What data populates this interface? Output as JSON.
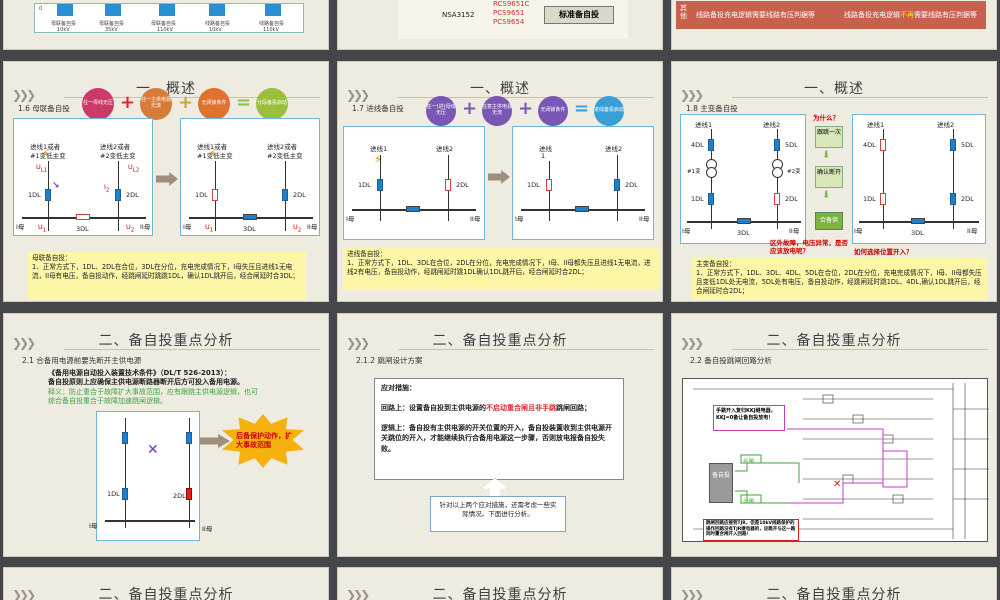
{
  "top_row": {
    "left": {
      "columns": [
        "母联备自投",
        "母联备自投",
        "母联备自投",
        "线路备自投",
        "线路备自投"
      ],
      "voltages": [
        "10kV",
        "35kV",
        "110kV",
        "10kV",
        "110kV"
      ],
      "row_num": "0"
    },
    "middle": {
      "nsa": "NSA3152",
      "models": [
        "RCS9651C",
        "PCS9651",
        "PCS9654"
      ],
      "tag": "标准备自投"
    },
    "right": {
      "side_label": "其他",
      "line1": "线路备投充电逻辑需要线路有压判据等",
      "line2_a": "线路备投充电逻辑",
      "line2_red": "不再",
      "line2_b": "需要线路有压判据等"
    }
  },
  "s16": {
    "title": "一、概述",
    "subtitle": "1.6  母联备自投",
    "bubbles": [
      "任一母线无压",
      "任一主供电源无流",
      "无闭锁条件",
      "分段备投启动"
    ],
    "left_panel": {
      "src1": "进线1或者",
      "src1b": "#1变低主变",
      "src2": "进线2或者",
      "src2b": "#2变低主变",
      "u1": "U",
      "u1sub": "L1",
      "u2": "U",
      "u2sub": "L2",
      "i1": "I",
      "i1sub": "1",
      "i2": "I",
      "i2sub": "2",
      "dl1": "1DL",
      "dl2": "2DL",
      "dl3": "3DL",
      "busI": "I母",
      "busII": "II母",
      "ub1": "U",
      "ub1sub": "1",
      "ub2": "U",
      "ub2sub": "2"
    },
    "right_panel": {
      "src1": "进线1或者",
      "src1b": "#1变低主变",
      "src2": "进线2或者",
      "src2b": "#2变低主变",
      "dl1": "1DL",
      "dl2": "2DL",
      "dl3": "3DL",
      "busI": "I母",
      "busII": "II母",
      "ub1": "U",
      "ub1sub": "1",
      "ub2": "U",
      "ub2sub": "2"
    },
    "note_lines": [
      "母联备自投：",
      "1、正常方式下，1DL、2DL在合位，3DL在分位，充电完成情况下，I母失压且进线1无电流，II母有电压，备自投动作，经跳闸延时跳跳1DL，确认1DL跳开后，经合闸延时合3DL；"
    ]
  },
  "s17": {
    "title": "一、概述",
    "subtitle": "1.7  进线备自投",
    "bubbles": [
      "任一(进)母线无压",
      "任意主供电源无流",
      "无闭锁条件",
      "进线备投启动"
    ],
    "left_panel": {
      "src1": "进线1",
      "src2": "进线2",
      "dl1": "1DL",
      "dl2": "2DL",
      "busI": "I母",
      "busII": "II母"
    },
    "right_panel": {
      "src1": "进线",
      "src1b": "1",
      "src2": "进线2",
      "dl1": "1DL",
      "dl2": "2DL",
      "busI": "I母",
      "busII": "II母"
    },
    "note_lines": [
      "进线备自投：",
      "1、正常方式下，1DL、3DL在合位，2DL在分位，充电完成情况下，I母、II母都失压且进线1无电流，进线2有电压，备自投动作，经跳闸延时跳1DL确认1DL跳开后，经合闸延时合2DL；"
    ]
  },
  "s18": {
    "title": "一、概述",
    "subtitle": "1.8  主变备自投",
    "why": "为什么？",
    "query": "如何选择位置开入？",
    "steps": [
      "跟跳一次",
      "确认断开",
      "合备供"
    ],
    "fault": "区外故障，电压异常，是否应该放电呢？",
    "left_panel": {
      "src1": "进线1",
      "src2": "进线2",
      "dl4": "4DL",
      "dl5": "5DL",
      "t1": "#1变",
      "t2": "#2变",
      "dl1": "1DL",
      "dl2": "2DL",
      "dl3": "3DL",
      "busI": "I母",
      "busII": "II母"
    },
    "right_panel": {
      "src1": "进线1",
      "src2": "进线2",
      "dl4": "4DL",
      "dl5": "5DL",
      "dl1": "1DL",
      "dl2": "2DL",
      "dl3": "3DL",
      "busI": "I母",
      "busII": "II母"
    },
    "note_lines": [
      "主变备自投：",
      "1、正常方式下，1DL、3DL、4DL、5DL在合位，2DL在分位，充电完成情况下，I母、II母都失压且变低1DL处无电流，5DL处有电压，备自投动作，经跳闸延时跳1DL、4DL,确认1DL跳开后，经合闸延时合2DL；"
    ]
  },
  "s21": {
    "title": "二、备自投重点分析",
    "subtitle": "2.1  合备用电源前要先断开主供电源",
    "std": "《备用电源自动投入装置技术条件》（DL/T 526-2013）：",
    "std2": "备自投原则上应确保主供电源断路器断开后方可投入备用电源。",
    "green1": "释义：防止重合于故障扩大事故范围，应有跟跳主供电源逻辑，也可",
    "green2": "综合备自投重合于故障加速跳闸逻辑。",
    "burst": "后备保护动作，扩大事故范围",
    "dl1": "1DL",
    "dl2": "2DL",
    "busI": "I母",
    "busII": "II母"
  },
  "s212": {
    "title": "二、备自投重点分析",
    "subtitle": "2.1.2  跳闸设计方案",
    "heading": "应对措施：",
    "loop_a": "回路上：设置备自投到主供电源的",
    "loop_red": "不启动重合闸且非手跳",
    "loop_b": "跳闸回路；",
    "logic": "逻辑上：备自投有主供电源的开关位置的开入，备自投装置收到主供电源开关跳位的开入，才能继续执行合备用电源这一步骤，否则放电报备自投失败。",
    "callout": "针对以上两个应对措施，还需考虑一些实际情况。下面进行分析。"
  },
  "s22": {
    "title": "二、备自投重点分析",
    "subtitle": "2.2  备自投跳闸回路分析",
    "note_top": "手跳开入复归KKJ继电器，KKJ=0备让备自投放电！",
    "box_label": "备自投",
    "he": "合闸",
    "fen": "分闸",
    "note_bottom": "跳闸回路应接到TJR，但是10kV线路保护的操作回路没有TJR继电器的，应跳开与这一路同时重合闸开入回路！"
  },
  "bottom_titles": [
    "二、备自投重点分析",
    "二、备自投重点分析",
    "二、备自投重点分析"
  ],
  "colors": {
    "slide_bg": "#eeebe1",
    "panel_border": "#6fb7d9",
    "accent_red": "#d9282e",
    "accent_blue": "#1f7fc8",
    "note_bg": "#fcf6a6"
  }
}
